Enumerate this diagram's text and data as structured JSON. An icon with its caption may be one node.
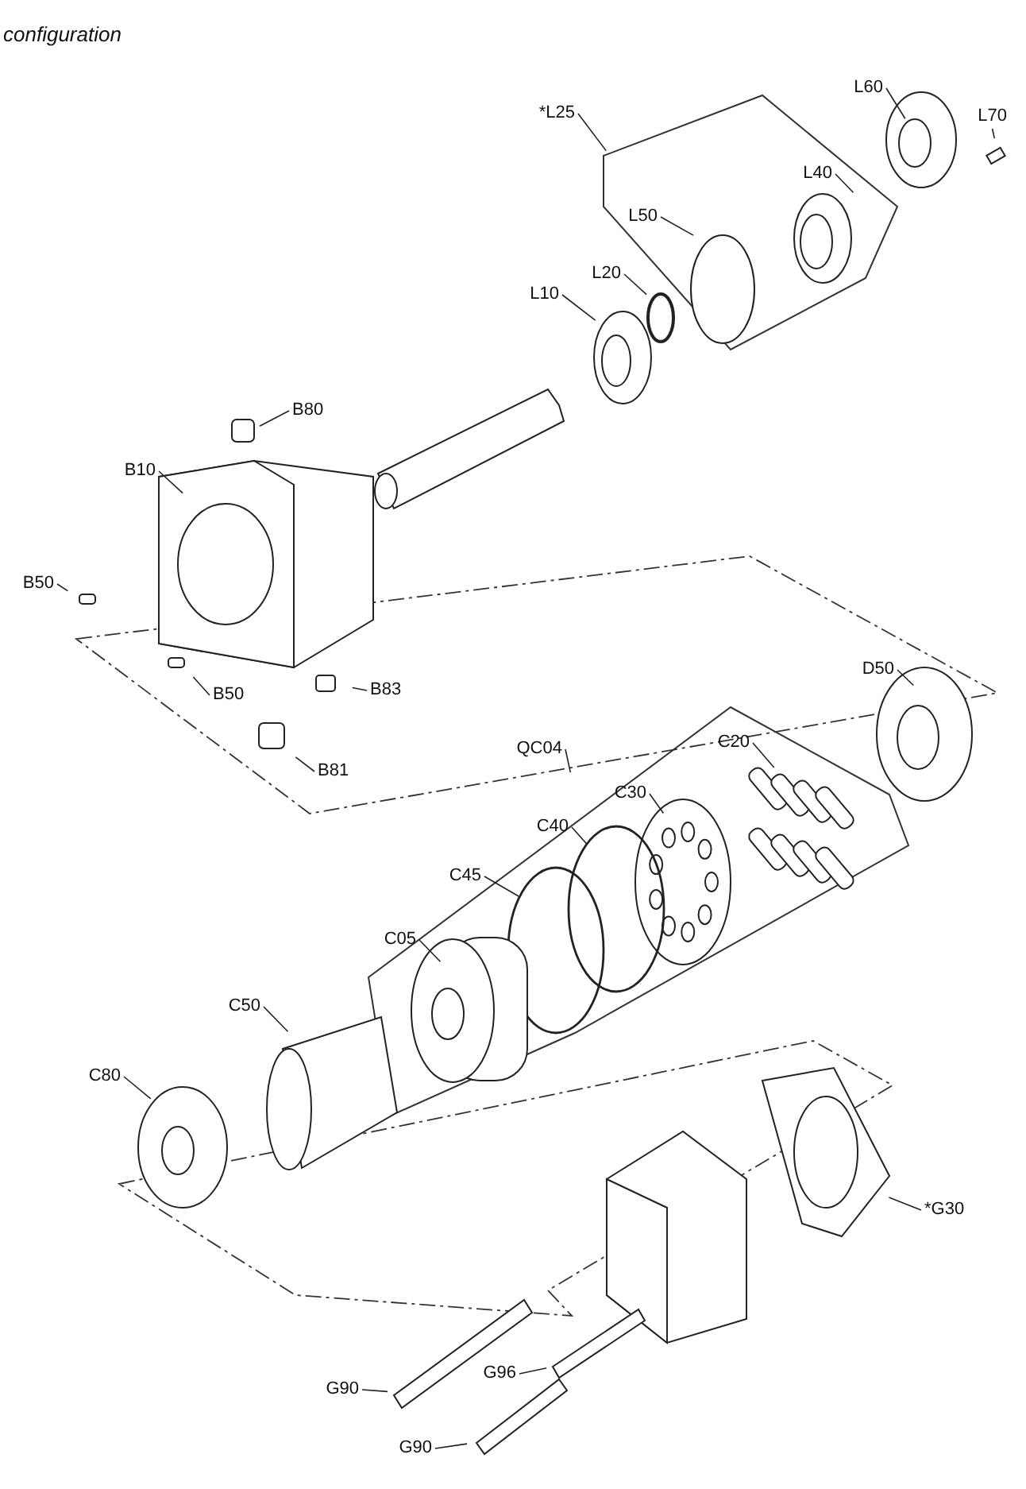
{
  "diagram": {
    "nodes": [
      {
        "text": [
          "L60"
        ]
      },
      {
        "text": [
          "L70"
        ]
      },
      {
        "text": [
          "*L25"
        ]
      },
      {
        "text": [
          "L40"
        ]
      },
      {
        "text": [
          "L50"
        ]
      },
      {
        "text": [
          "L20"
        ]
      },
      {
        "text": [
          "L10"
        ]
      },
      {
        "text": [
          "B80"
        ]
      },
      {
        "text": [
          "B10"
        ]
      },
      {
        "text": [
          "B50"
        ]
      },
      {
        "text": [
          "B50"
        ]
      },
      {
        "text": [
          "B83"
        ]
      },
      {
        "text": [
          "B81"
        ]
      },
      {
        "text": [
          "D50"
        ]
      },
      {
        "text": [
          "QC04"
        ]
      },
      {
        "text": [
          "C20"
        ]
      },
      {
        "text": [
          "C30"
        ]
      },
      {
        "text": [
          "C40"
        ]
      },
      {
        "text": [
          "C45"
        ]
      },
      {
        "text": [
          "C05"
        ]
      },
      {
        "text": [
          "C50"
        ]
      },
      {
        "text": [
          "C80"
        ]
      },
      {
        "text": [
          "*G30"
        ]
      },
      {
        "text": [
          "G90"
        ]
      },
      {
        "text": [
          "G96"
        ]
      },
      {
        "text": [
          "G90"
        ]
      }
    ],
    "edges": [
      {
        "from": 0,
        "to": null,
        "arrow": "none"
      },
      {
        "from": 1,
        "to": null,
        "arrow": "none"
      },
      {
        "from": 2,
        "to": null,
        "arrow": "none"
      },
      {
        "from": 3,
        "to": null,
        "arrow": "none"
      },
      {
        "from": 4,
        "to": null,
        "arrow": "none"
      },
      {
        "from": 5,
        "to": null,
        "arrow": "none"
      },
      {
        "from": 6,
        "to": null,
        "arrow": "none"
      },
      {
        "from": 7,
        "to": null,
        "arrow": "none"
      },
      {
        "from": 8,
        "to": null,
        "arrow": "none"
      },
      {
        "from": 9,
        "to": null,
        "arrow": "none"
      },
      {
        "from": 10,
        "to": null,
        "arrow": "none"
      },
      {
        "from": 11,
        "to": null,
        "arrow": "none"
      },
      {
        "from": 12,
        "to": null,
        "arrow": "none"
      },
      {
        "from": 13,
        "to": null,
        "arrow": "none"
      },
      {
        "from": 14,
        "to": null,
        "arrow": "none"
      },
      {
        "from": 15,
        "to": null,
        "arrow": "none"
      },
      {
        "from": 16,
        "to": null,
        "arrow": "none"
      },
      {
        "from": 17,
        "to": null,
        "arrow": "none"
      },
      {
        "from": 18,
        "to": null,
        "arrow": "none"
      },
      {
        "from": 19,
        "to": null,
        "arrow": "none"
      },
      {
        "from": 20,
        "to": null,
        "arrow": "none"
      },
      {
        "from": 21,
        "to": null,
        "arrow": "none"
      },
      {
        "from": 22,
        "to": null,
        "arrow": "none"
      },
      {
        "from": 23,
        "to": null,
        "arrow": "none"
      },
      {
        "from": 24,
        "to": null,
        "arrow": "none"
      },
      {
        "from": 25,
        "to": null,
        "arrow": "none"
      }
    ],
    "labels": [
      "configuration"
    ]
  }
}
